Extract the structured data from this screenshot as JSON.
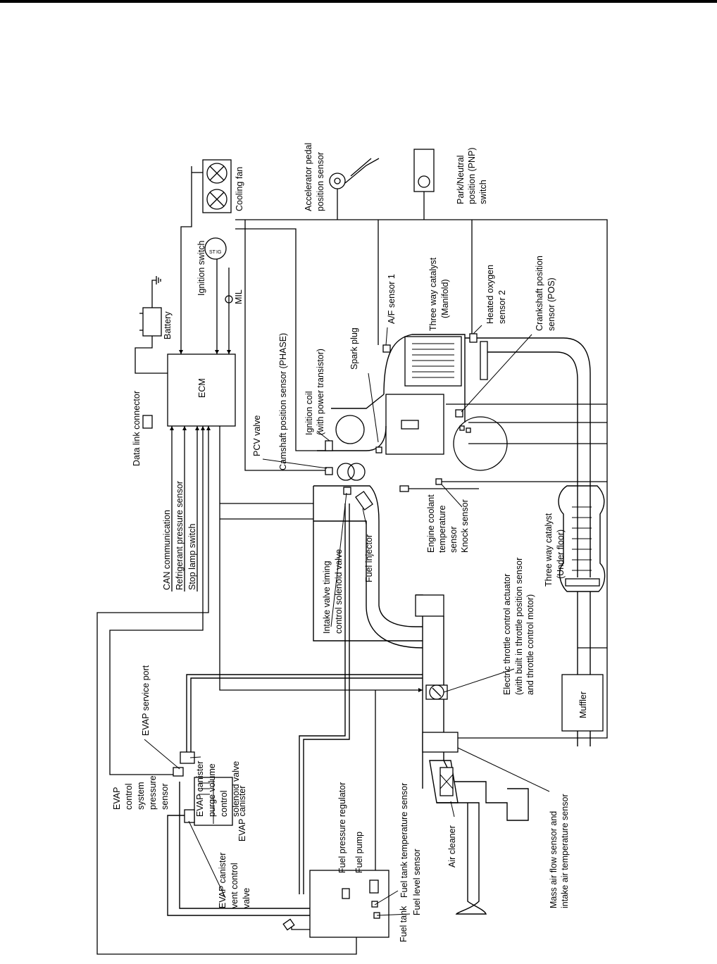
{
  "labels": {
    "ecm": "ECM",
    "data_link_connector": "Data link connector",
    "battery": "Battery",
    "ignition_switch": "Ignition switch",
    "mil": "MIL",
    "cooling_fan": "Cooling fan",
    "accelerator_pedal_1": "Accelerator pedal",
    "accelerator_pedal_2": "position sensor",
    "pnp_1": "Park/Neutral",
    "pnp_2": "position (PNP)",
    "pnp_3": "switch",
    "camshaft_sensor": "Camshaft position sensor (PHASE)",
    "af_sensor": "A/F sensor 1",
    "twc_manifold_1": "Three way catalyst",
    "twc_manifold_2": "(Manifold)",
    "heated_o2_1": "Heated oxygen",
    "heated_o2_2": "sensor 2",
    "crankshaft_1": "Crankshaft position",
    "crankshaft_2": "sensor (POS)",
    "spark_plug": "Spark plug",
    "ignition_coil_1": "Ignition coil",
    "ignition_coil_2": "(with power transistor)",
    "pcv_valve": "PCV valve",
    "can_communication": "CAN communication",
    "refrigerant_pressure": "Refrigerant pressure sensor",
    "stop_lamp": "Stop lamp switch",
    "intake_valve_1": "Intake valve timing",
    "intake_valve_2": "control solenoid valve",
    "fuel_injector": "Fuel injector",
    "coolant_1": "Engine coolant",
    "coolant_2": "temperature",
    "coolant_3": "sensor",
    "knock_sensor": "Knock sensor",
    "twc_floor_1": "Three way catalyst",
    "twc_floor_2": "(Under floor)",
    "throttle_1": "Electric throttle control actuator",
    "throttle_2": "(with built in throttle position sensor",
    "throttle_3": "and throttle control motor)",
    "muffler": "Muffler",
    "maf_1": "Mass air flow sensor and",
    "maf_2": "intake air temperature sensor",
    "air_cleaner": "Air cleaner",
    "evap_service_port": "EVAP service port",
    "evap_purge_1": "EVAP canister",
    "evap_purge_2": "purge volume",
    "evap_purge_3": "control",
    "evap_purge_4": "solenoid valve",
    "evap_pressure_1": "EVAP",
    "evap_pressure_2": "control",
    "evap_pressure_3": "system",
    "evap_pressure_4": "pressure",
    "evap_pressure_5": "sensor",
    "evap_canister": "EVAP canister",
    "evap_vent_1": "EVAP canister",
    "evap_vent_2": "vent control",
    "evap_vent_3": "valve",
    "fuel_pressure_regulator": "Fuel pressure regulator",
    "fuel_pump": "Fuel pump",
    "fuel_tank_temp": "Fuel tank temperature sensor",
    "fuel_level": "Fuel level sensor",
    "fuel_tank": "Fuel tank",
    "ig": "IG",
    "st": "ST"
  }
}
